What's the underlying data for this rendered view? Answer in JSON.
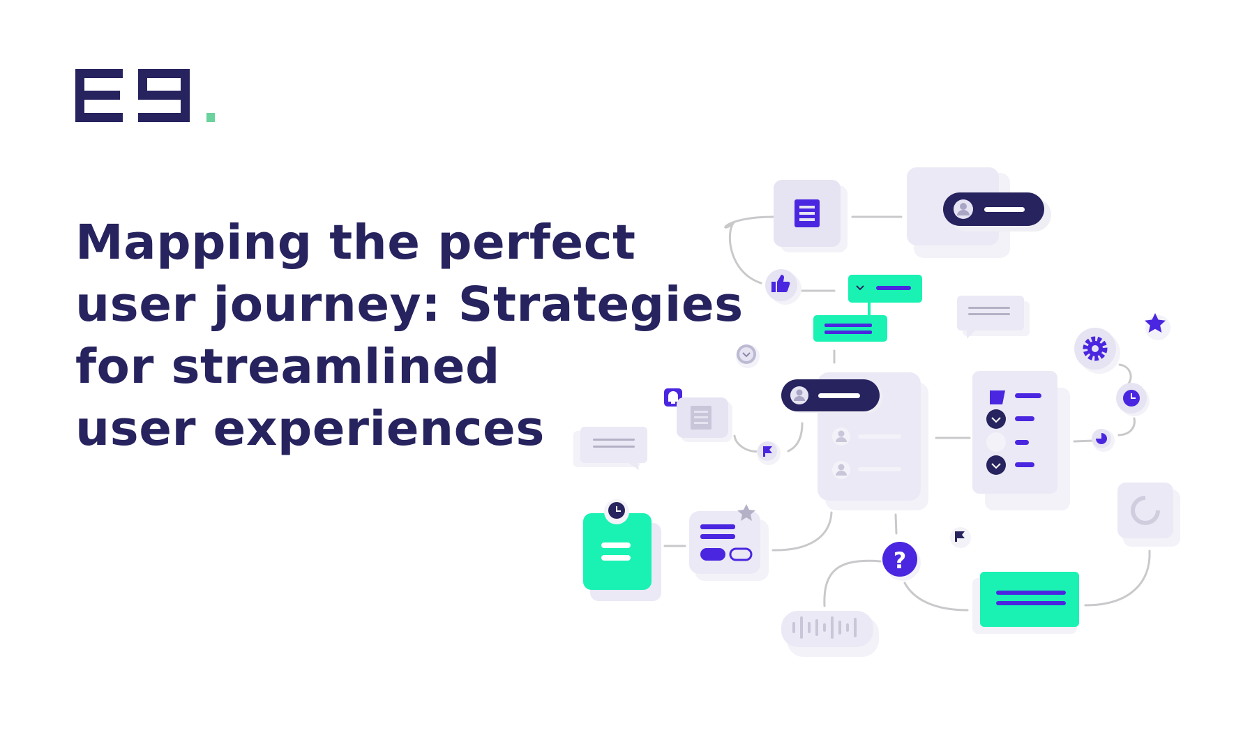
{
  "brand": {
    "logo_text": "E9.",
    "colors": {
      "navy": "#27235f",
      "accent_green": "#6ad29c",
      "purple": "#4a26e0",
      "mint": "#19f2b3",
      "lavender": "#ebe8f5"
    }
  },
  "headline": {
    "lines": [
      "Mapping the perfect",
      "user journey: Strategies",
      "for streamlined",
      "user experiences"
    ]
  },
  "illustration": {
    "icons": [
      "document-icon",
      "user-pill-icon",
      "thumbs-up-icon",
      "chevron-down-icon",
      "chat-bubble-icon",
      "star-icon",
      "gear-icon",
      "clock-icon",
      "bell-icon",
      "flag-icon",
      "checklist-icon",
      "question-icon",
      "audio-wave-icon",
      "donut-chart-icon",
      "clipboard-icon",
      "toggle-card-icon"
    ]
  }
}
